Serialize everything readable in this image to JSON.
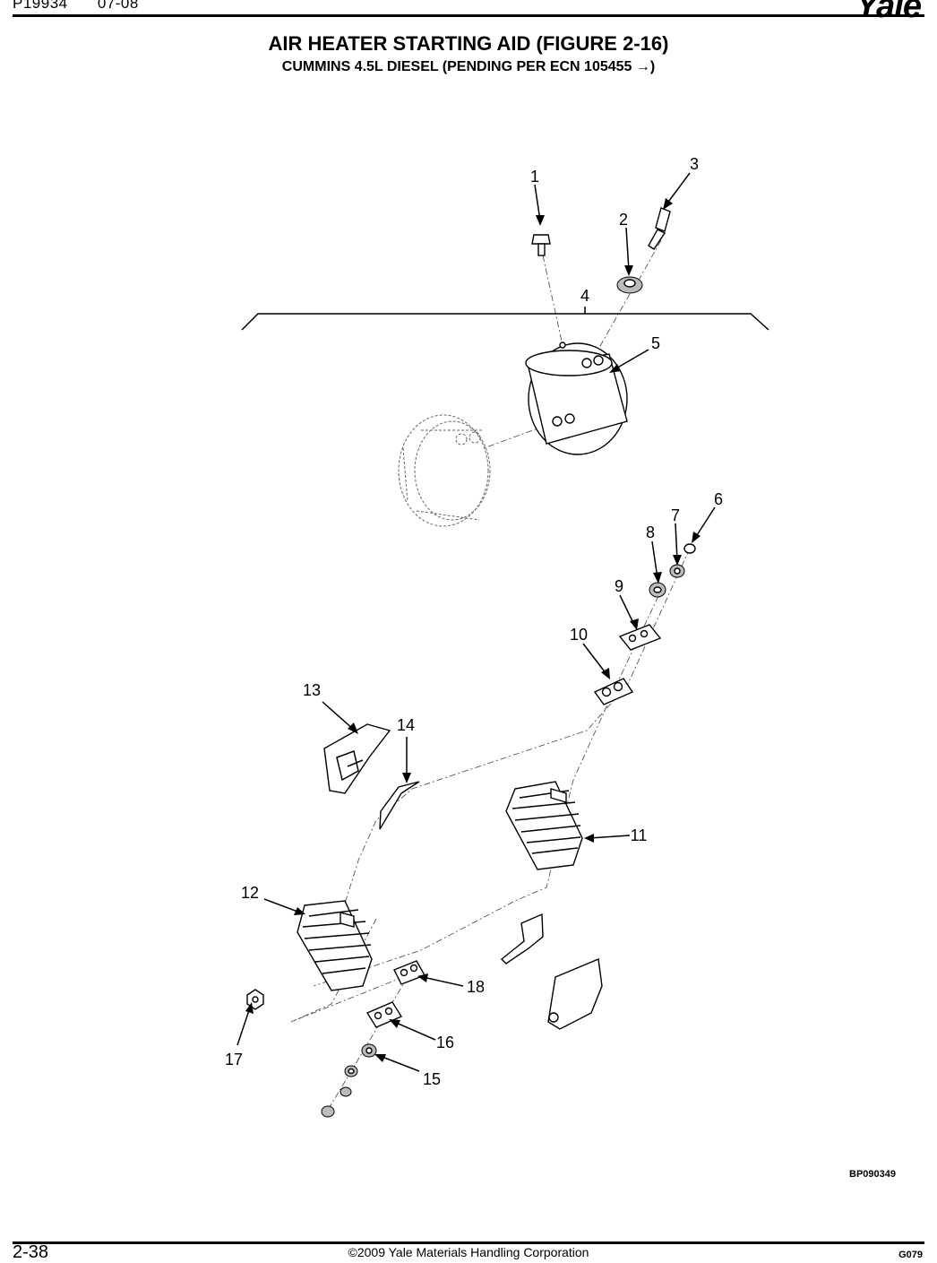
{
  "header": {
    "doc_number": "P19934",
    "date": "07-08",
    "logo_text": "Yale"
  },
  "title": "AIR HEATER STARTING AID (FIGURE 2-16)",
  "subtitle": "CUMMINS 4.5L DIESEL  (PENDING PER ECN 105455 →)",
  "figure_code": "BP090349",
  "footer": {
    "page": "2-38",
    "copyright": "©2009 Yale Materials Handling Corporation",
    "code": "G079"
  },
  "callouts": [
    "1",
    "2",
    "3",
    "4",
    "5",
    "6",
    "7",
    "8",
    "9",
    "10",
    "11",
    "12",
    "13",
    "14",
    "15",
    "16",
    "17",
    "18"
  ]
}
